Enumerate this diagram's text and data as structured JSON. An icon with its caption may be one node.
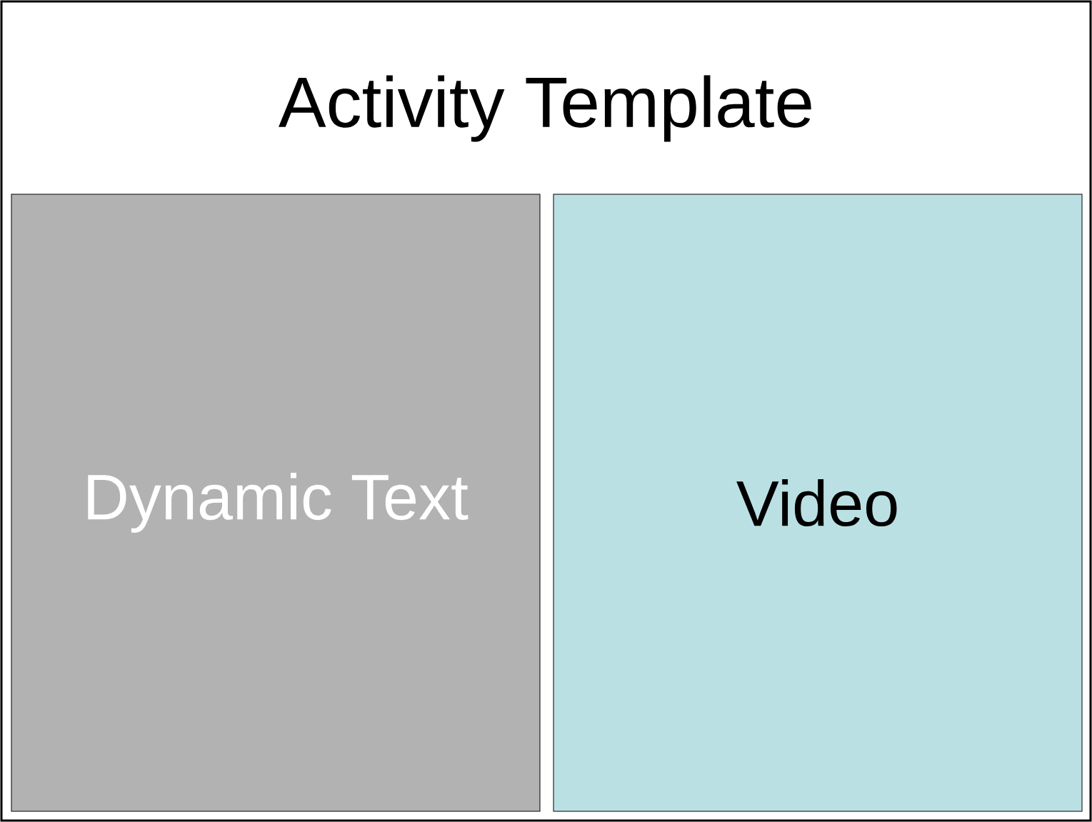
{
  "diagram": {
    "title": "Activity Template",
    "nodes": [
      {
        "text": [
          "Dynamic Text"
        ]
      },
      {
        "text": [
          "Video"
        ]
      }
    ]
  }
}
